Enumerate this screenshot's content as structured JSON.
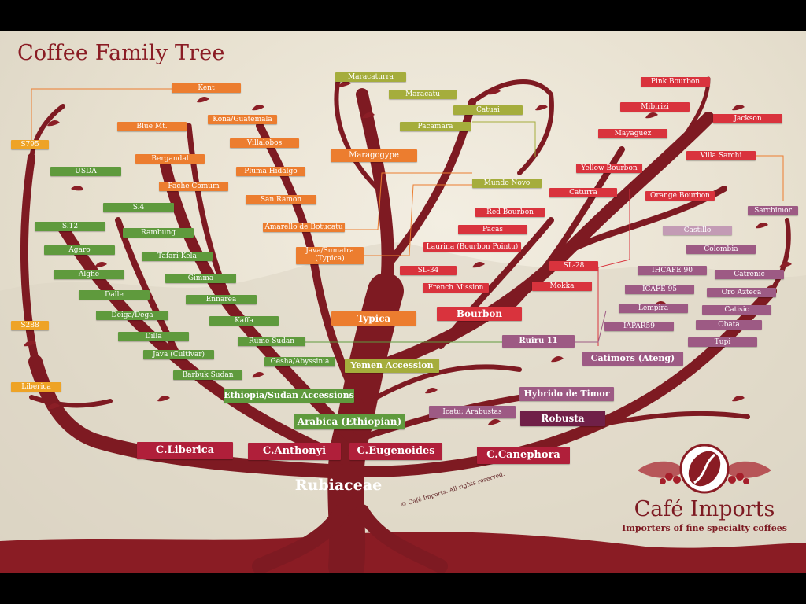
{
  "title": "Coffee Family Tree",
  "root": "Rubiaceae",
  "copyright": "© Café Imports. All rights reserved.",
  "brand": {
    "name": "Café Imports",
    "tagline": "Importers of fine specialty coffees"
  },
  "colors": {
    "branch": "#7e1a22",
    "yellow": "#eea326",
    "orange": "#ec7d2f",
    "green": "#5f9a3d",
    "olive": "#a5ad3c",
    "red": "#d9333d",
    "mauve": "#9d5a84",
    "plum": "#702048",
    "crimson": "#b01f3a"
  },
  "species": {
    "liberica": "C.Liberica",
    "anthonyi": "C.Anthonyi",
    "eugenoides": "C.Eugenoides",
    "canephora": "C.Canephora",
    "arabica": "Arabica (Ethiopian)",
    "robusta": "Robusta"
  },
  "groups": {
    "ethiopia_sudan": "Ethiopia/Sudan Accessions",
    "yemen": "Yemen Accession",
    "typica": "Typica",
    "bourbon": "Bourbon",
    "hybrido": "Hybrido de Timor",
    "catimors": "Catimors (Ateng)",
    "icatu": "Icatu; Arabustas",
    "ruiru": "Ruiru 11"
  },
  "liberica_branch": [
    "S795",
    "S288",
    "Liberica"
  ],
  "ethiopian": [
    "USDA",
    "S.4",
    "S.12",
    "Rambung",
    "Agaro",
    "Tafari-Kela",
    "Alghe",
    "Gimma",
    "Dalle",
    "Ennarea",
    "Deiga/Dega",
    "Kaffa",
    "Dilla",
    "Rume Sudan",
    "Java (Cultivar)",
    "Gesha/Abyssinia",
    "Barbuk Sudan"
  ],
  "typica_family": [
    "Kent",
    "Kona/Guatemala",
    "Blue Mt.",
    "Villalobos",
    "Bergandal",
    "Pluma Hidalgo",
    "Pache Comum",
    "San Ramon",
    "Amarello de Botucatu",
    "Java/Sumatra (Typica)",
    "Maragogype"
  ],
  "olive_family": [
    "Maracaturra",
    "Maracatu",
    "Catuai",
    "Pacamara",
    "Mundo Novo"
  ],
  "bourbon_family": [
    "Pink Bourbon",
    "Mibirizi",
    "Jackson",
    "Mayaguez",
    "Villa Sarchi",
    "Yellow Bourbon",
    "Caturra",
    "Orange Bourbon",
    "Red Bourbon",
    "Pacas",
    "Laurina (Bourbon Pointu)",
    "SL-34",
    "French Mission",
    "SL-28",
    "Mokka"
  ],
  "catimor_family": [
    "Sarchimor",
    "Castillo",
    "Colombia",
    "IHCAFE 90",
    "Catrenic",
    "ICAFE 95",
    "Oro Azteca",
    "Lempira",
    "Catisic",
    "IAPAR59",
    "Obata",
    "Tupi"
  ]
}
